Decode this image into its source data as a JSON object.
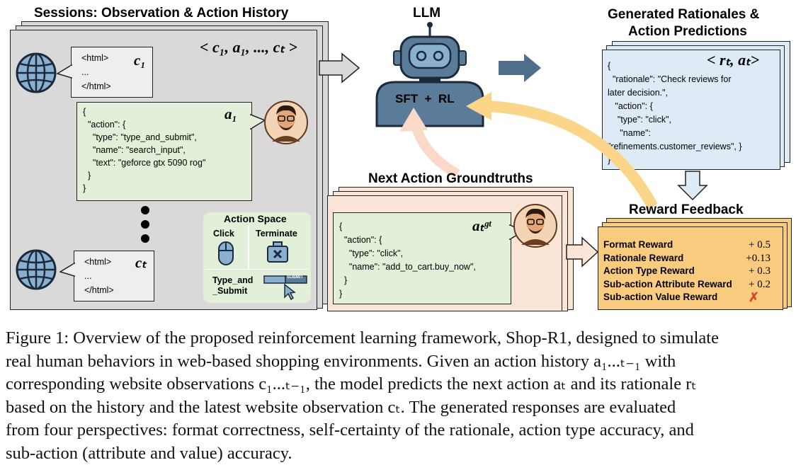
{
  "sessions": {
    "title": "Sessions: Observation & Action History",
    "tuple": "< c₁, a₁, ..., cₜ >",
    "obs1": {
      "lines": [
        "<html>",
        "...",
        "</html>"
      ],
      "label": "c₁"
    },
    "action1": {
      "label": "a₁",
      "lines": [
        "{",
        "  \"action\": {",
        "    \"type\": \"type_and_submit\",",
        "    \"name\": \"search_input\",",
        "    \"text\": \"geforce gtx 5090 rog\"",
        "  }",
        "}"
      ]
    },
    "obsT": {
      "lines": [
        "<html>",
        "...",
        "</html>"
      ],
      "label": "cₜ"
    },
    "action_space": {
      "title": "Action Space",
      "click": "Click",
      "terminate": "Terminate",
      "type_submit": "Type_and\n_Submit",
      "submit_btn": "SUBMIT"
    }
  },
  "llm": {
    "title": "LLM",
    "body": "SFT  +  RL"
  },
  "generated": {
    "title_line1": "Generated Rationales &",
    "title_line2": "Action Predictions",
    "label": "< rₜ, aₜ>",
    "lines": [
      "{",
      "  \"rationale\": \"Check reviews for",
      "later decision.\",",
      "   \"action\": {",
      "    \"type\": \"click\",",
      "     \"name\":",
      "\"refinements.customer_reviews\", }",
      "}"
    ]
  },
  "groundtruth": {
    "title": "Next Action Groundtruths",
    "label": "aₜᵍᵗ",
    "lines": [
      "{",
      "  \"action\": {",
      "    \"type\": \"click\",",
      "    \"name\": \"add_to_cart.buy_now\",",
      "  }",
      "}"
    ]
  },
  "reward": {
    "title": "Reward Feedback",
    "rows": [
      {
        "name": "Format Reward",
        "value": "+ 0.5"
      },
      {
        "name": "Rationale Reward",
        "value": "+0.13"
      },
      {
        "name": "Action Type Reward",
        "value": "+ 0.3"
      },
      {
        "name": "Sub-action Attribute Reward",
        "value": "+ 0.2"
      },
      {
        "name": "Sub-action Value Reward",
        "value": "✗"
      }
    ]
  },
  "caption": {
    "lines": [
      "Figure 1: Overview of the proposed reinforcement learning framework, Shop-R1, designed to simulate",
      "real human behaviors in web-based shopping environments. Given an action history a₁...ₜ₋₁ with",
      "corresponding website observations c₁...ₜ₋₁, the model predicts the next action aₜ and its rationale rₜ",
      "based on the history and the latest website observation cₜ. The generated responses are evaluated",
      "from four perspectives: format correctness, self-certainty of the rationale, action type accuracy, and",
      "sub-action (attribute and value) accuracy."
    ]
  },
  "colors": {
    "gray_panel": "#d9d9d9",
    "green_bubble": "#e2f0d9",
    "blue_panel": "#deebf7",
    "pink_panel": "#fbe5d6",
    "orange_panel": "#f8cb7f",
    "robot": "#5b7c99",
    "arrow_dark": "#4e6e8a",
    "arrow_yellow": "#fbd589",
    "arrow_pink": "#fbd9c8"
  }
}
